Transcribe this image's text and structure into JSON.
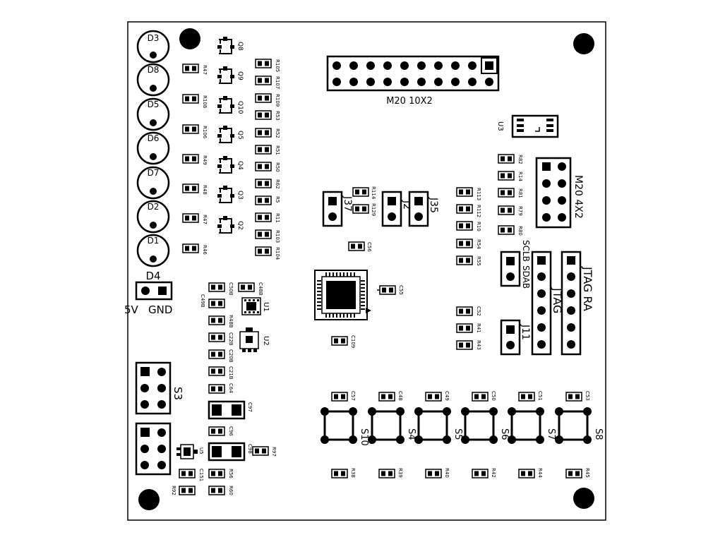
{
  "leds": [
    "D3",
    "D8",
    "D5",
    "D6",
    "D7",
    "D2",
    "D1"
  ],
  "led_power": "D4",
  "power_pins": {
    "pos": "5V",
    "gnd": "GND"
  },
  "left_resistors": [
    "R47",
    "R108",
    "R106",
    "R49",
    "R48",
    "R47",
    "R46"
  ],
  "transistors": [
    "Q8",
    "Q9",
    "Q10",
    "Q5",
    "Q4",
    "Q3",
    "Q2"
  ],
  "right_resistors": [
    "R105",
    "R107",
    "R109",
    "R53",
    "R52",
    "R51",
    "R50",
    "R62",
    "R5",
    "R11",
    "R103",
    "R104"
  ],
  "header_main": "M20 10X2",
  "header_small": "M20 4X2",
  "chip_u3": "U3",
  "right_col_resistors": [
    "R82",
    "R14",
    "R81",
    "R79",
    "R80"
  ],
  "mid_resistors": [
    "R113",
    "R112",
    "R10",
    "R54",
    "R55"
  ],
  "jumpers": {
    "j37": "J37",
    "j2": "J2",
    "j35": "J35",
    "j11": "J11"
  },
  "r_pair": [
    "R114",
    "R129"
  ],
  "small_caps": {
    "c56": "C56",
    "c55": "C55",
    "c109": "C109"
  },
  "mid_low_parts": [
    "C52",
    "R41",
    "R43"
  ],
  "sclb_sdab": [
    "SCLB",
    "SDAB"
  ],
  "jtag": "JTAG",
  "jtag_ra": "JTAG RA",
  "left_caps": [
    "C50B",
    "C49B",
    "R48B",
    "C22B",
    "C20B",
    "C21B",
    "C64"
  ],
  "c48b": "C48B",
  "u1": "U1",
  "u2": "U2",
  "s3": "S3",
  "c97": "C97",
  "c96": "C96",
  "c98": "C98",
  "u5": "U5",
  "r92": "R92",
  "c151": "C151",
  "r56": "R56",
  "r60": "R60",
  "r97": "R97",
  "switches": [
    "S10",
    "S4",
    "S5",
    "S6",
    "S7",
    "S8"
  ],
  "switch_caps": [
    "C57",
    "C48",
    "C49",
    "C50",
    "C51",
    "C53"
  ],
  "switch_res": [
    "R38",
    "R39",
    "R40",
    "R42",
    "R44",
    "R45"
  ]
}
